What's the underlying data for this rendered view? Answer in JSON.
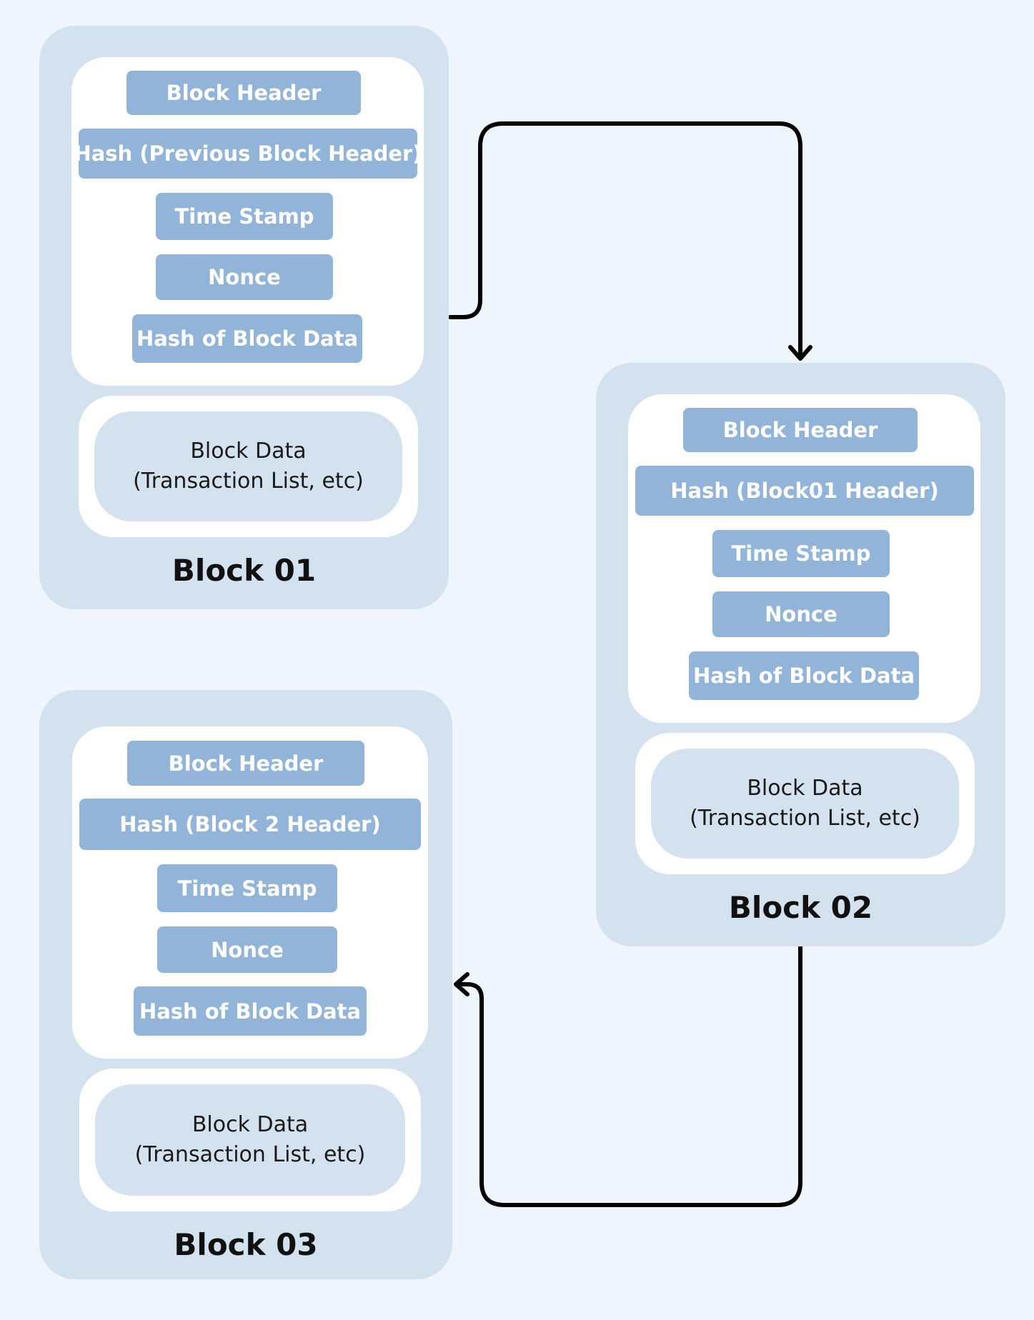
{
  "blocks": [
    {
      "title": "Block 01",
      "fields": [
        "Block Header",
        "Hash (Previous Block Header)",
        "Time Stamp",
        "Nonce",
        "Hash of Block Data"
      ],
      "data_line1": "Block Data",
      "data_line2": "(Transaction List, etc)"
    },
    {
      "title": "Block 02",
      "fields": [
        "Block Header",
        "Hash (Block01 Header)",
        "Time Stamp",
        "Nonce",
        "Hash of Block Data"
      ],
      "data_line1": "Block Data",
      "data_line2": "(Transaction List, etc)"
    },
    {
      "title": "Block 03",
      "fields": [
        "Block Header",
        "Hash (Block 2 Header)",
        "Time Stamp",
        "Nonce",
        "Hash of Block Data"
      ],
      "data_line1": "Block Data",
      "data_line2": "(Transaction List, etc)"
    }
  ],
  "colors": {
    "background": "#eef5fd",
    "block_bg": "#d4e1ee",
    "field_pill": "#91b4d8",
    "arrow": "#000000"
  }
}
